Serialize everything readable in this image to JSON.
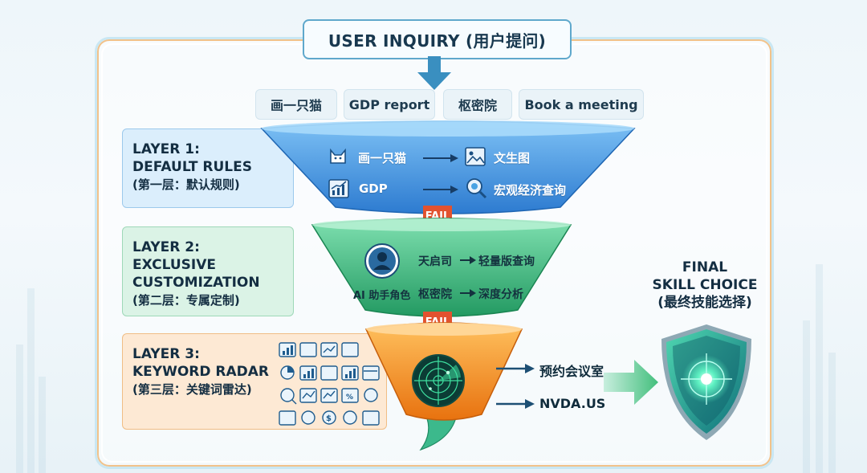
{
  "title": "USER INQUIRY (用户提问)",
  "examples": [
    "画一只猫",
    "GDP report",
    "枢密院",
    "Book a meeting"
  ],
  "layer1": {
    "label": [
      "LAYER 1:",
      "DEFAULT RULES",
      "(第一层：默认规则)"
    ],
    "rules": [
      {
        "input": "画一只猫",
        "input_icon": "cat-icon",
        "output": "文生图",
        "output_icon": "image-icon"
      },
      {
        "input": "GDP",
        "input_icon": "line-chart-icon",
        "output": "宏观经济查询",
        "output_icon": "magnifier-globe-icon"
      }
    ],
    "colors": {
      "panel": "#dcefff",
      "funnel": "#3f8fde"
    }
  },
  "fail_label": "FAIL",
  "layer2": {
    "label": [
      "LAYER 2:",
      "EXCLUSIVE",
      "CUSTOMIZATION",
      "(第二层：专属定制)"
    ],
    "role": "AI 助手角色",
    "rules": [
      {
        "input": "天启司",
        "output": "轻量版查询"
      },
      {
        "input": "枢密院",
        "output": "深度分析"
      }
    ],
    "colors": {
      "panel": "#dbf3e6",
      "funnel": "#2fae74"
    }
  },
  "layer3": {
    "label": [
      "LAYER 3:",
      "KEYWORD RADAR",
      "(第三层：关键词雷达)"
    ],
    "outputs": [
      "预约会议室",
      "NVDA.US"
    ],
    "colors": {
      "panel": "#fde9d4",
      "funnel": "#f08a1c"
    }
  },
  "final": {
    "lines": [
      "FINAL",
      "SKILL CHOICE",
      "(最终技能选择)"
    ],
    "color": "#3cc6a0"
  }
}
